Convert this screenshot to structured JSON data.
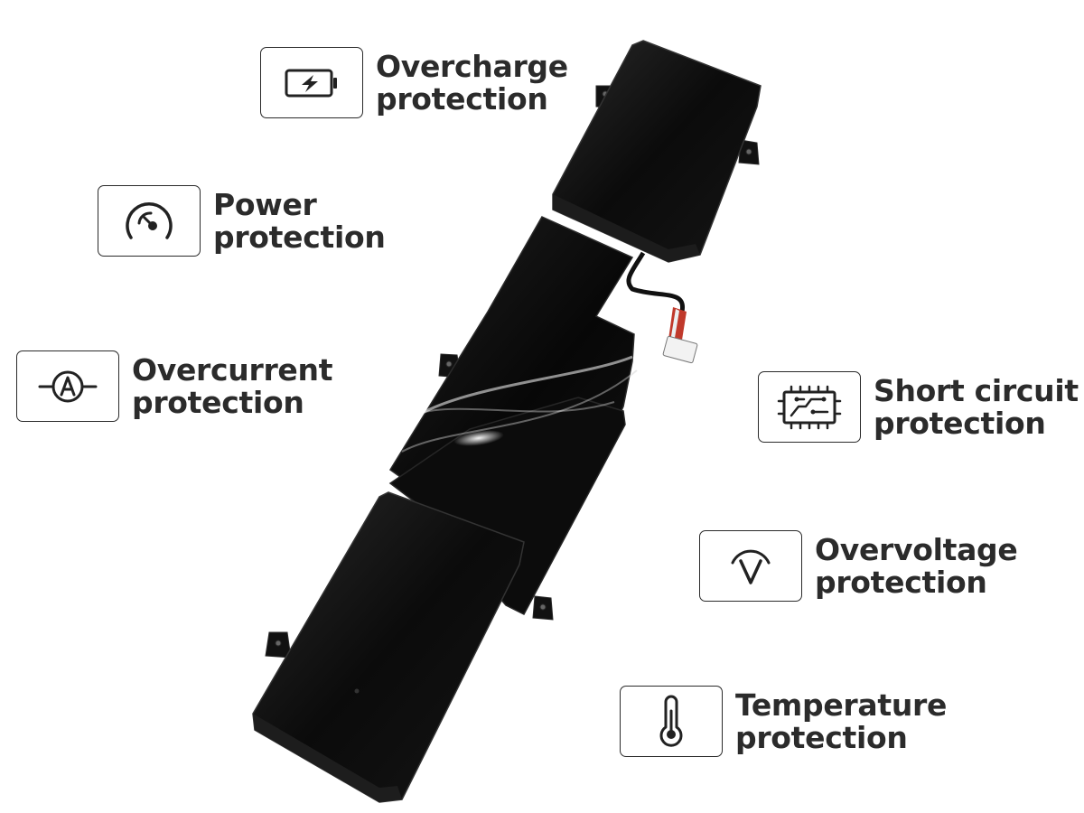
{
  "features": {
    "overcharge": {
      "line1": "Overcharge",
      "line2": "protection",
      "icon": "battery-charge-icon"
    },
    "power": {
      "line1": "Power",
      "line2": "protection",
      "icon": "gauge-icon"
    },
    "overcurrent": {
      "line1": "Overcurrent",
      "line2": "protection",
      "icon": "ammeter-icon"
    },
    "short_circuit": {
      "line1": "Short circuit",
      "line2": "protection",
      "icon": "circuit-board-icon"
    },
    "overvoltage": {
      "line1": "Overvoltage",
      "line2": "protection",
      "icon": "voltage-icon"
    },
    "temperature": {
      "line1": "Temperature",
      "line2": "protection",
      "icon": "thermometer-icon"
    }
  },
  "colors": {
    "text": "#2b2b2b",
    "battery": "#0d0d0d",
    "icon_stroke": "#222222"
  }
}
